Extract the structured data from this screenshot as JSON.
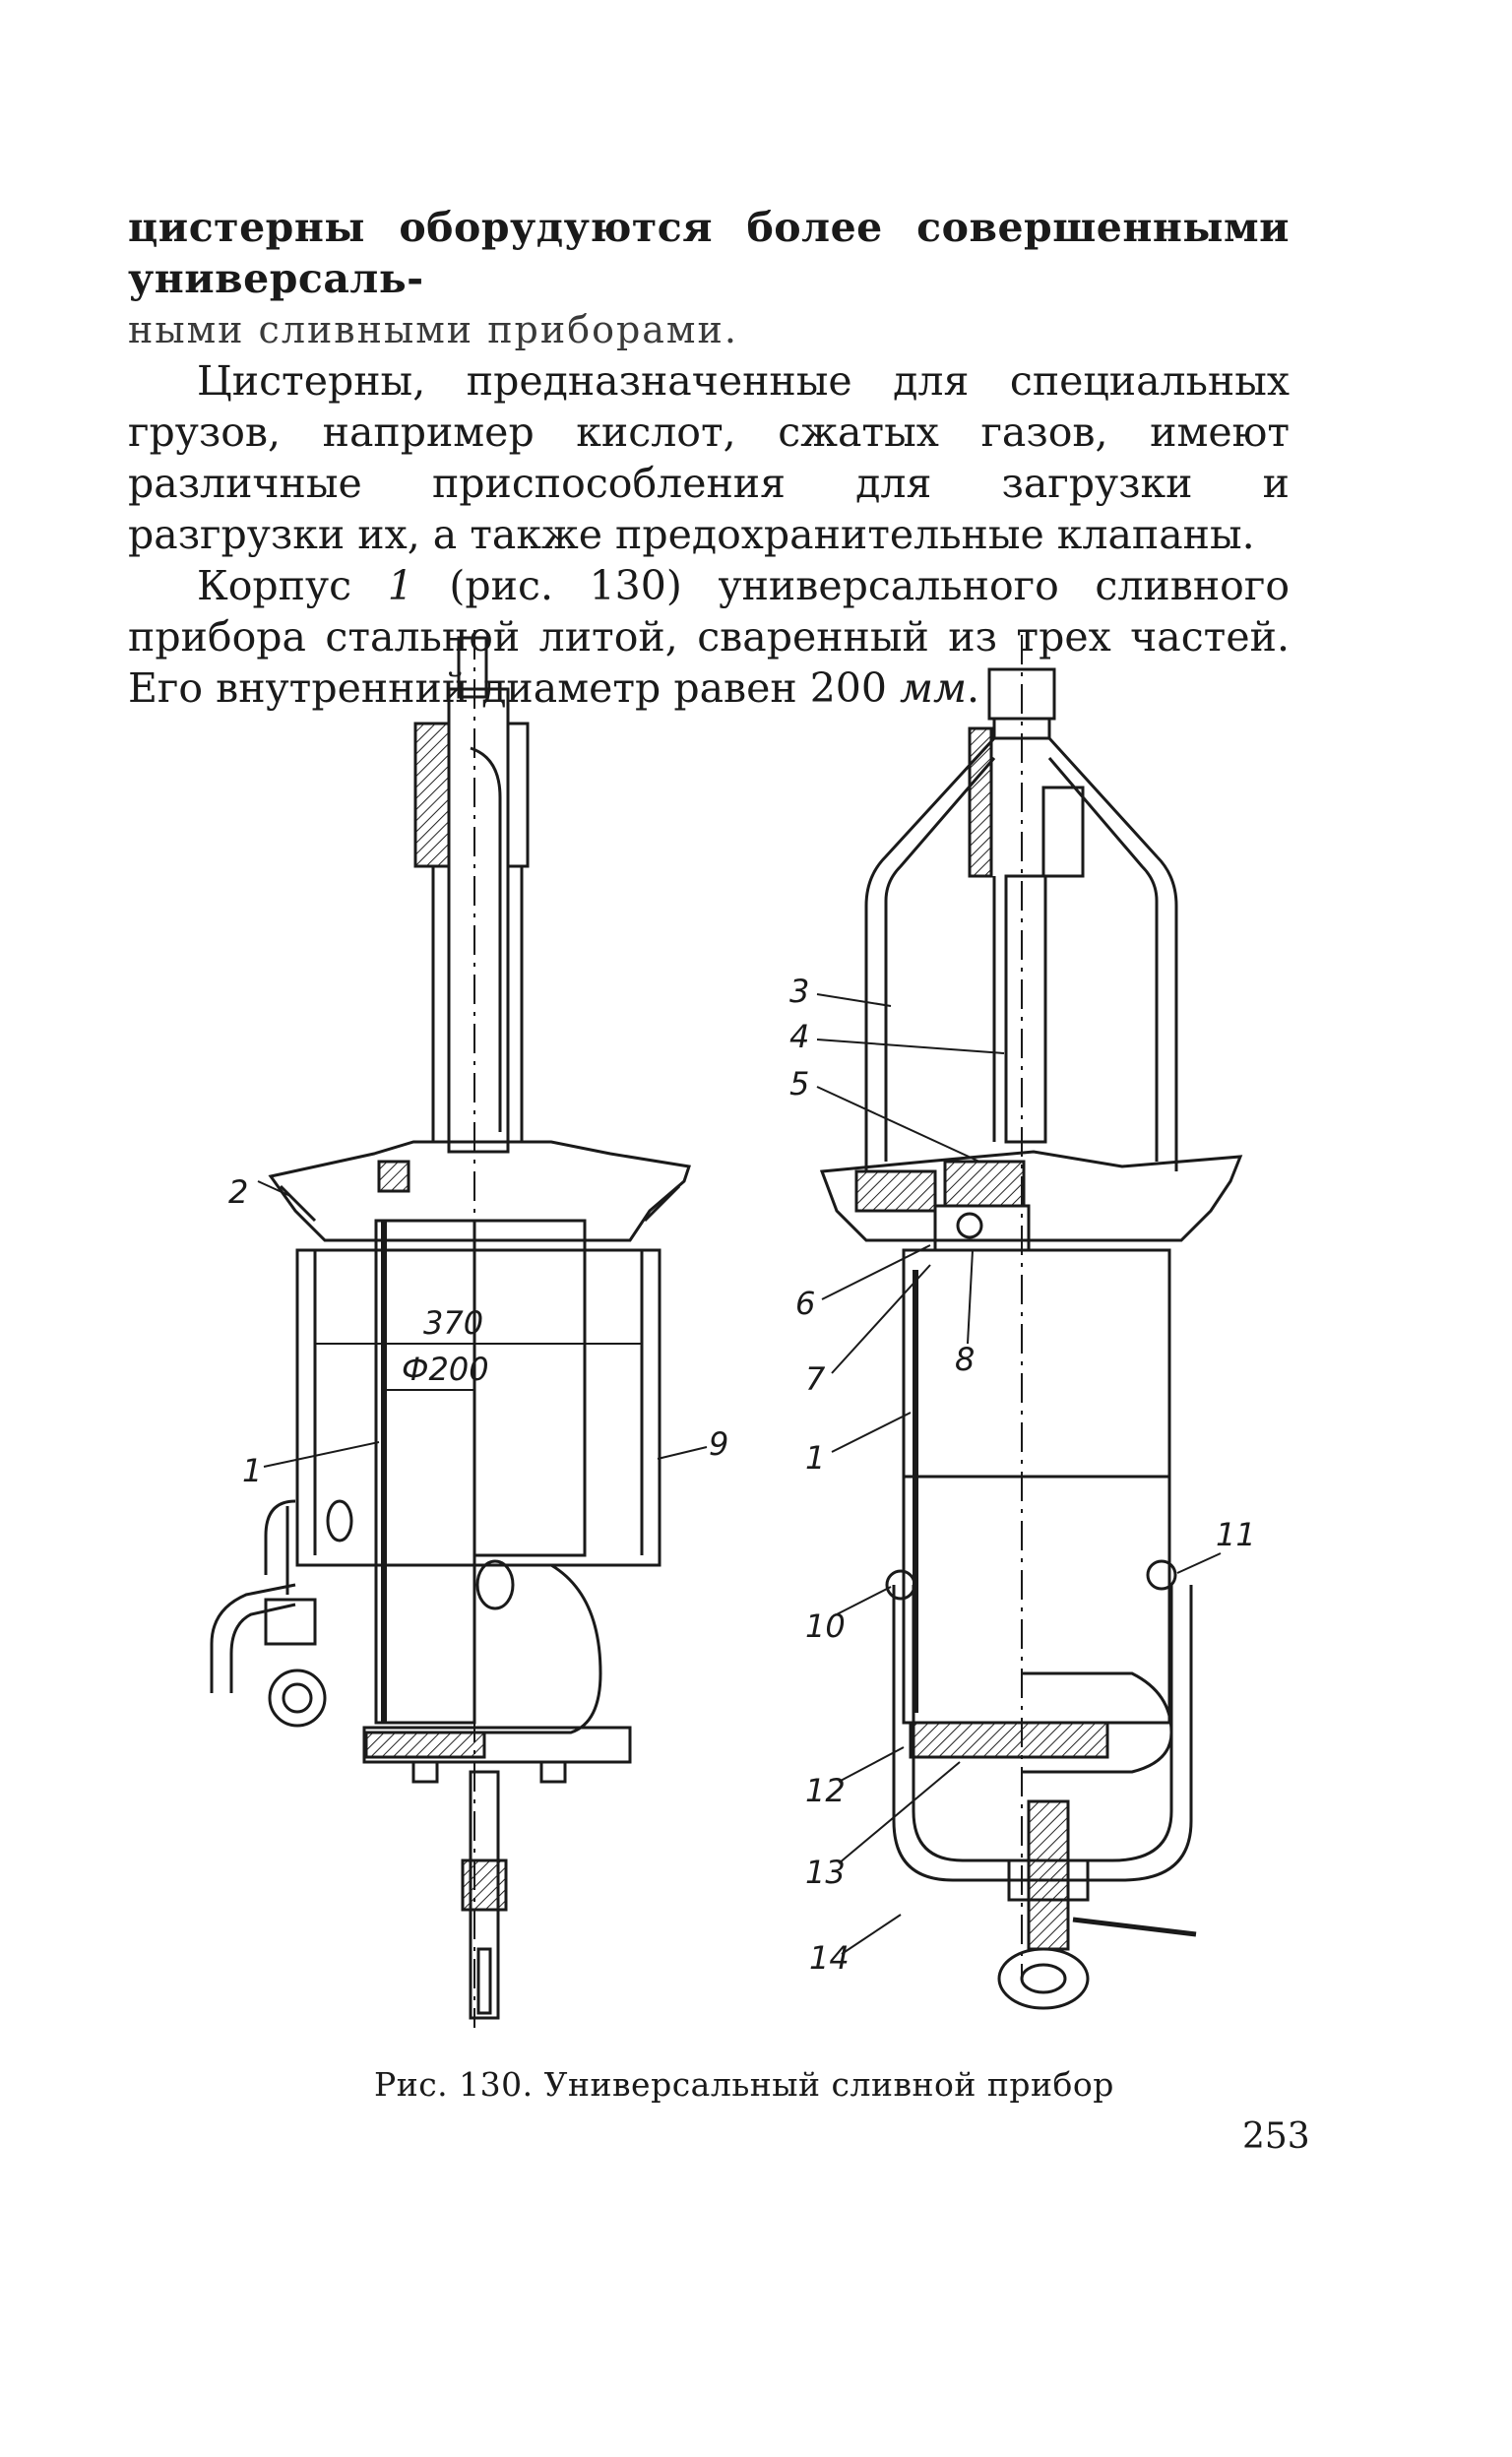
{
  "paragraphs": {
    "p1_line1": "цистерны оборудуются более совершенными универсаль-",
    "p1_line2": "ными сливными приборами.",
    "p2": "Цистерны, предназначенные для специальных грузов, например кислот, сжатых газов, имеют различные приспособления для загрузки и разгрузки их, а также предохранительные клапаны.",
    "p3_a": "Корпус ",
    "p3_num": "1",
    "p3_b": " (рис. 130) универсального сливного прибора стальной литой, сваренный из трех частей. Его внутренний диаметр равен 200 ",
    "p3_unit": "мм",
    "p3_end": "."
  },
  "figure": {
    "labels_left": [
      "2",
      "1",
      "9"
    ],
    "dimension_370": "370",
    "dimension_200": "Ф200",
    "labels_right": [
      "3",
      "4",
      "5",
      "6",
      "7",
      "8",
      "1",
      "10",
      "11",
      "12",
      "13",
      "14"
    ]
  },
  "caption": "Рис. 130. Универсальный сливной прибор",
  "page_number": "253"
}
